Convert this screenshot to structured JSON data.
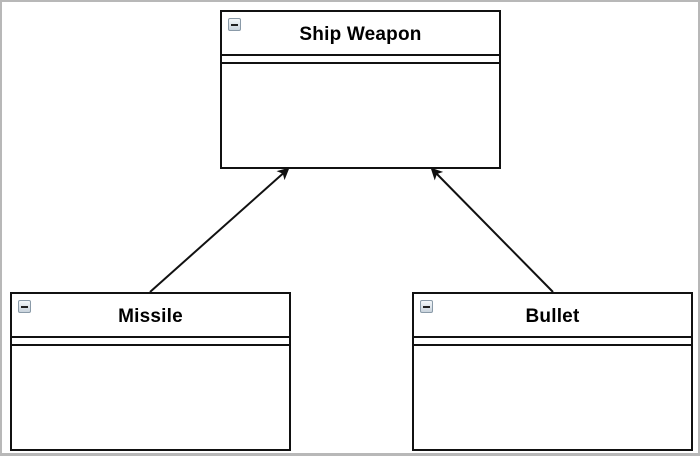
{
  "diagram": {
    "type": "uml-class-diagram",
    "classes": [
      {
        "id": "ship-weapon",
        "name": "Ship Weapon",
        "attributes": [],
        "operations": []
      },
      {
        "id": "missile",
        "name": "Missile",
        "attributes": [],
        "operations": []
      },
      {
        "id": "bullet",
        "name": "Bullet",
        "attributes": [],
        "operations": []
      }
    ],
    "relationships": [
      {
        "type": "generalization",
        "from": "Missile",
        "to": "Ship Weapon"
      },
      {
        "type": "generalization",
        "from": "Bullet",
        "to": "Ship Weapon"
      }
    ],
    "icons": {
      "collapse": "collapse-minus-icon"
    },
    "colors": {
      "line": "#111111",
      "frame": "#b8b8b8",
      "background": "#ffffff"
    }
  }
}
